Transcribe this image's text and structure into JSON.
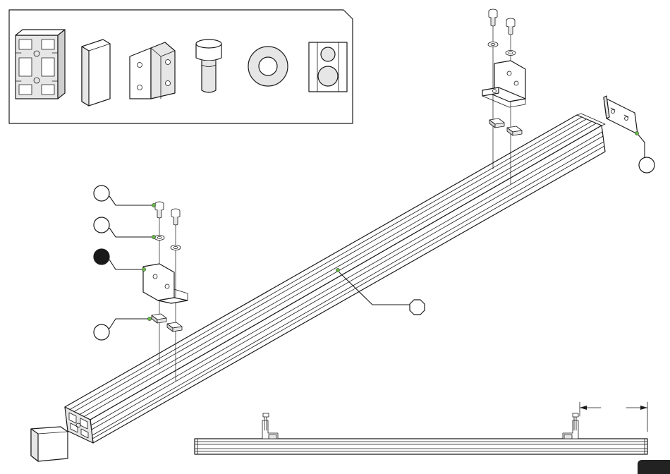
{
  "colors": {
    "line": "#1a1a1a",
    "callout_dot": "#66bb44",
    "callout_filled": "#1a1a1a",
    "tab": "#222222"
  },
  "inset_parts": [
    {
      "name": "aluminium-profile",
      "icon": "profile-section-icon"
    },
    {
      "name": "end-cap",
      "icon": "end-cap-icon"
    },
    {
      "name": "angle-bracket",
      "icon": "angle-bracket-icon"
    },
    {
      "name": "socket-screw",
      "icon": "socket-screw-icon"
    },
    {
      "name": "washer",
      "icon": "washer-icon"
    },
    {
      "name": "t-nut",
      "icon": "t-nut-icon"
    }
  ],
  "callouts": [
    {
      "id": "callout-screw",
      "style": "open"
    },
    {
      "id": "callout-washer",
      "style": "open"
    },
    {
      "id": "callout-bracket",
      "style": "filled"
    },
    {
      "id": "callout-tnut",
      "style": "open"
    },
    {
      "id": "callout-profile",
      "style": "octagon"
    },
    {
      "id": "callout-endcap",
      "style": "open"
    }
  ]
}
